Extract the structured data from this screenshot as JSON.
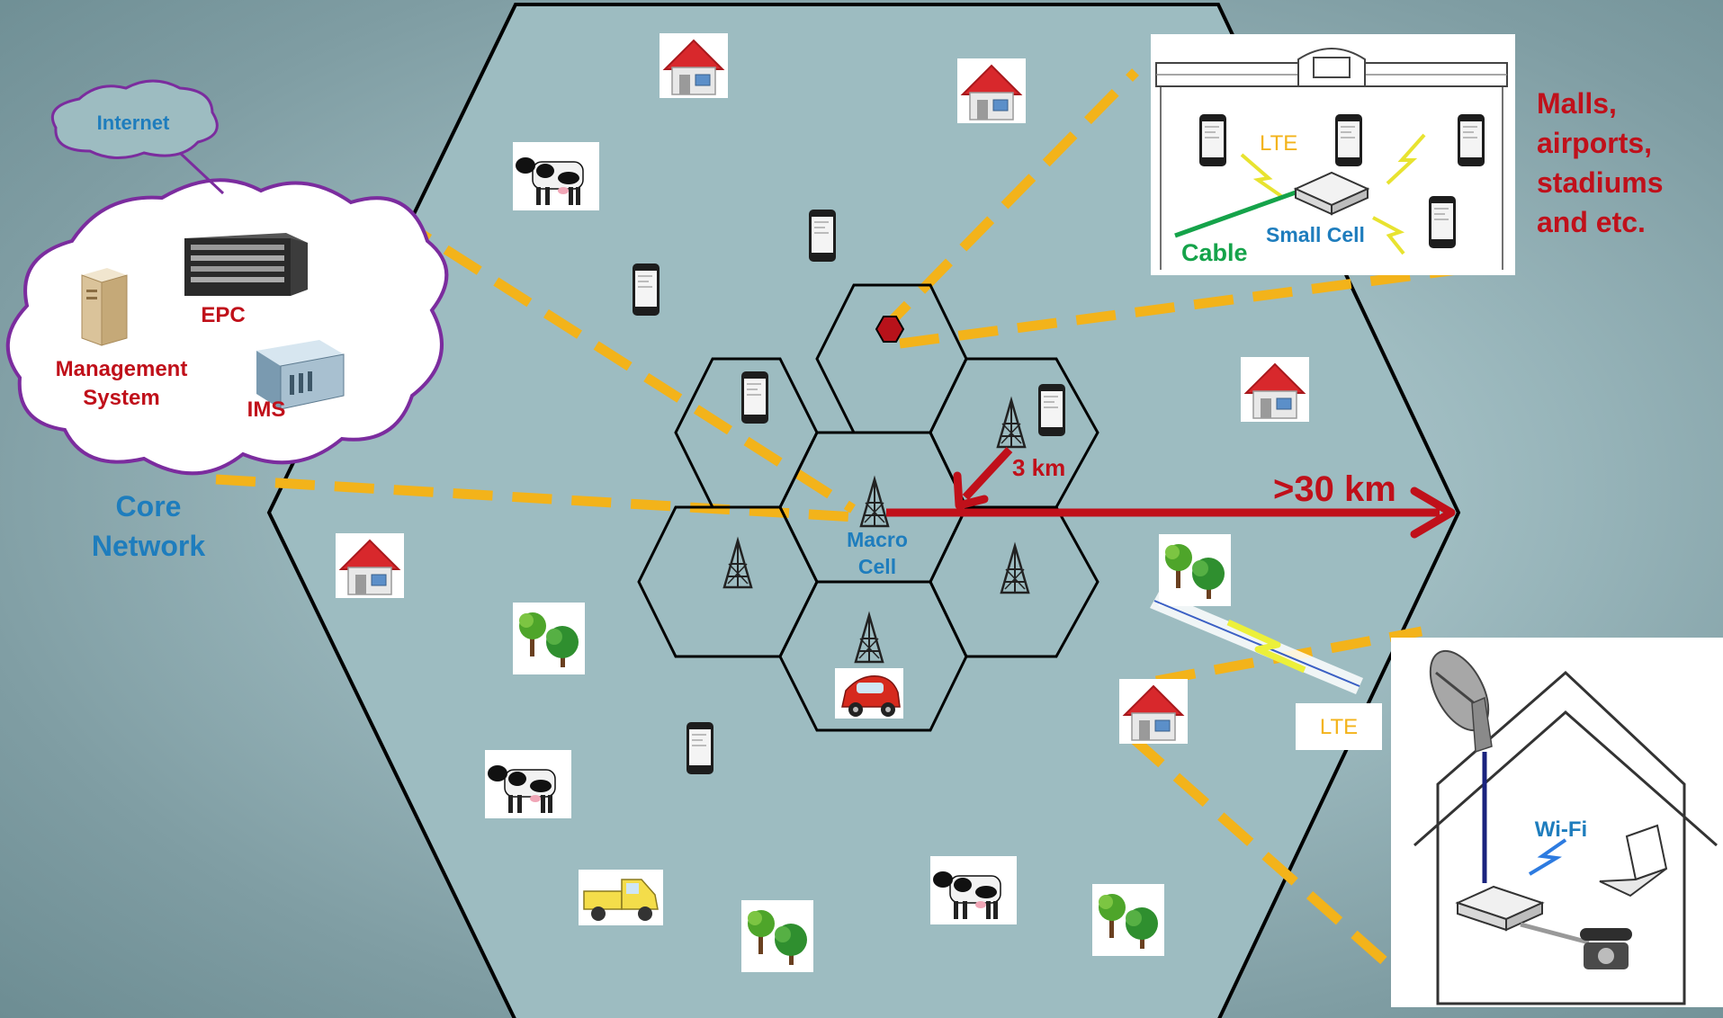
{
  "core": {
    "internet": "Internet",
    "epc": "EPC",
    "management_line1": "Management",
    "management_line2": "System",
    "ims": "IMS",
    "network_line1": "Core",
    "network_line2": "Network"
  },
  "cells": {
    "macro_line1": "Macro",
    "macro_line2": "Cell",
    "radius_small": "3 km",
    "radius_large": ">30 km"
  },
  "small_cell_panel": {
    "lte": "LTE",
    "small_cell": "Small Cell",
    "cable": "Cable",
    "venues": [
      "Malls,",
      "airports,",
      "stadiums",
      "and etc."
    ]
  },
  "home_panel": {
    "lte": "LTE",
    "wifi": "Wi-Fi"
  },
  "colors": {
    "red_label": "#c0101a",
    "blue_label": "#1e7dbd",
    "backhaul_dash": "#f3b31a",
    "cloud_border": "#7b2c9e",
    "cable": "#15a34a"
  }
}
